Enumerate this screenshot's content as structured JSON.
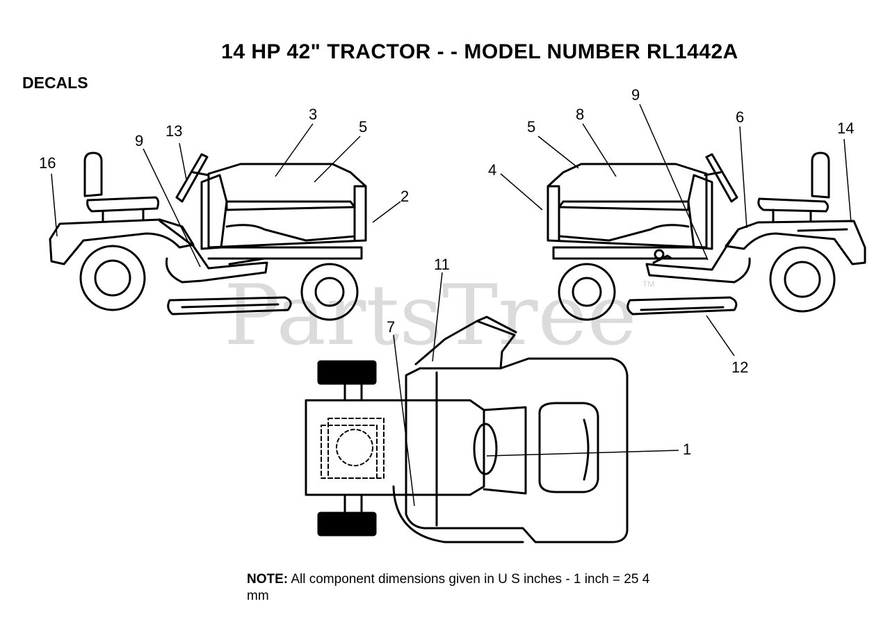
{
  "header": {
    "title": "14 HP 42\" TRACTOR - - MODEL NUMBER RL1442A",
    "section": "DECALS"
  },
  "callouts": [
    "1",
    "2",
    "3",
    "4",
    "5",
    "6",
    "7",
    "8",
    "9",
    "11",
    "12",
    "13",
    "14",
    "16"
  ],
  "watermark": {
    "text": "PartsTree",
    "tm": "TM"
  },
  "note": {
    "label": "NOTE:",
    "text": "All component dimensions given in U S inches - 1 inch = 25 4 mm"
  }
}
